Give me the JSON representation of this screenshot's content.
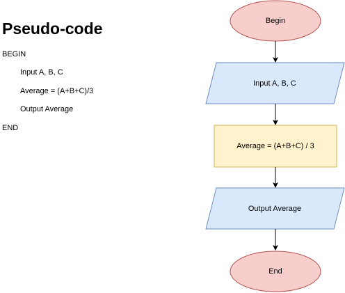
{
  "pseudocode": {
    "title": "Pseudo-code",
    "lines": [
      "BEGIN",
      "Input A, B, C",
      "Average = (A+B+C)/3",
      "Output Average",
      "END"
    ]
  },
  "flowchart": {
    "begin": "Begin",
    "input": "Input A, B, C",
    "process": "Average = (A+B+C) / 3",
    "output": "Output Average",
    "end": "End"
  },
  "colors": {
    "terminal_fill": "#f8cecc",
    "terminal_stroke": "#b85450",
    "io_fill": "#dae8fc",
    "io_stroke": "#6c8ebf",
    "process_fill": "#fff2cc",
    "process_stroke": "#d6b656",
    "arrow": "#000000"
  }
}
